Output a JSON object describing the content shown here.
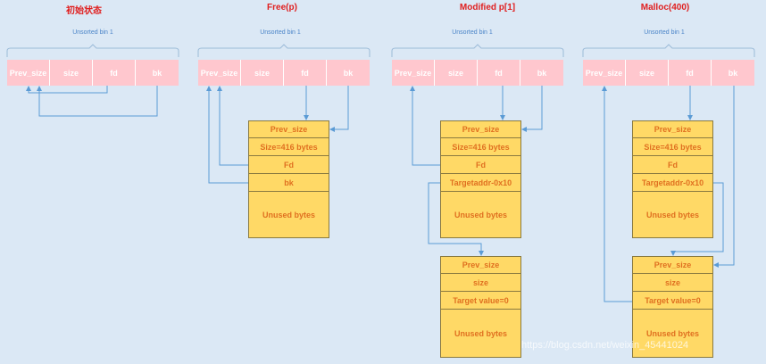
{
  "panels": [
    {
      "title": "初始状态",
      "bin_label": "Unsorted bin 1",
      "bin_fields": [
        "Prev_size",
        "size",
        "fd",
        "bk"
      ]
    },
    {
      "title": "Free(p)",
      "bin_label": "Unsorted bin 1",
      "bin_fields": [
        "Prev_size",
        "size",
        "fd",
        "bk"
      ],
      "chunk": [
        "Prev_size",
        "Size=416 bytes",
        "Fd",
        "bk",
        "Unused bytes"
      ]
    },
    {
      "title": "Modified p[1]",
      "bin_label": "Unsorted bin 1",
      "bin_fields": [
        "Prev_size",
        "size",
        "fd",
        "bk"
      ],
      "chunk": [
        "Prev_size",
        "Size=416 bytes",
        "Fd",
        "Targetaddr-0x10",
        "Unused bytes"
      ],
      "target_chunk": [
        "Prev_size",
        "size",
        "Target value=0",
        "Unused bytes"
      ]
    },
    {
      "title": "Malloc(400)",
      "bin_label": "Unsorted bin 1",
      "bin_fields": [
        "Prev_size",
        "size",
        "fd",
        "bk"
      ],
      "chunk": [
        "Prev_size",
        "Size=416 bytes",
        "Fd",
        "Targetaddr-0x10",
        "Unused bytes"
      ],
      "target_chunk": [
        "Prev_size",
        "size",
        "Target value=0",
        "Unused bytes"
      ]
    }
  ],
  "watermark": "https://blog.csdn.net/weixin_45441024",
  "colors": {
    "bin_cell": "#ffc7ce",
    "chunk_fill": "#ffd966",
    "chunk_text": "#e07020",
    "title": "#e02020",
    "arrow": "#5b9bd5"
  }
}
